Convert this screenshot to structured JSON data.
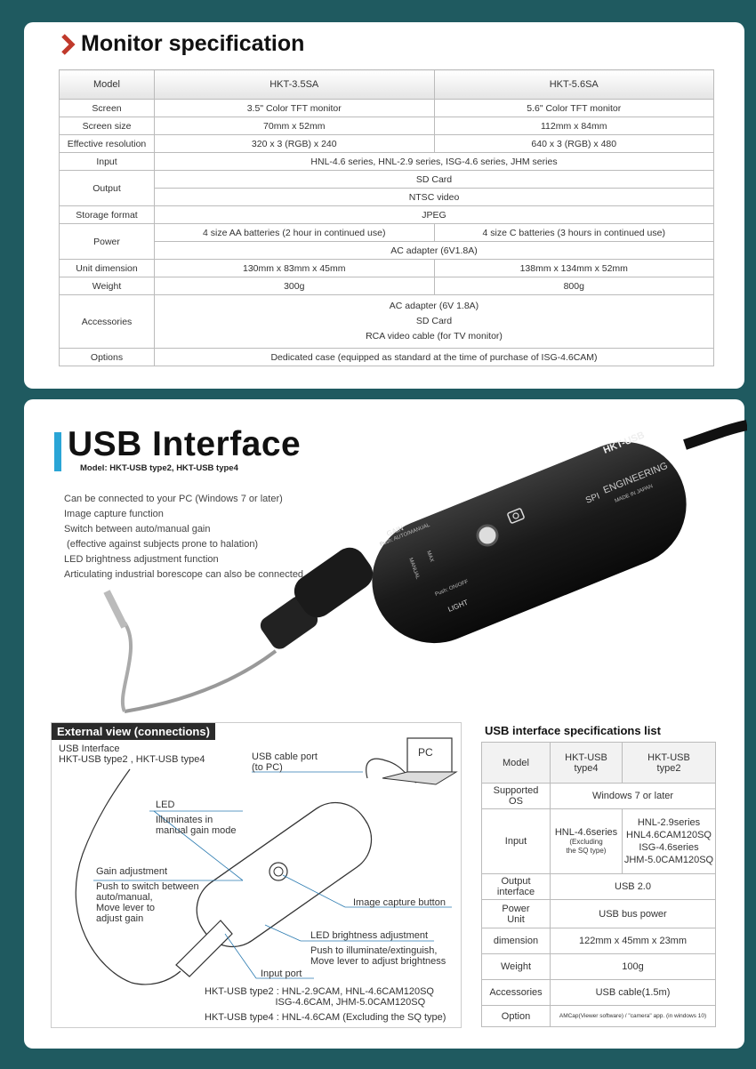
{
  "monitor": {
    "title": "Monitor specification",
    "header": {
      "model": "Model",
      "a": "HKT-3.5SA",
      "b": "HKT-5.6SA"
    },
    "rows": {
      "screen": {
        "label": "Screen",
        "a": "3.5\" Color TFT monitor",
        "b": "5.6\" Color TFT monitor"
      },
      "size": {
        "label": "Screen size",
        "a": "70mm x 52mm",
        "b": "112mm x 84mm"
      },
      "res": {
        "label": "Effective resolution",
        "a": "320 x 3 (RGB) x 240",
        "b": "640 x 3 (RGB) x 480"
      },
      "input": {
        "label": "Input",
        "v": "HNL-4.6 series, HNL-2.9 series, ISG-4.6 series, JHM series"
      },
      "output": {
        "label": "Output",
        "v1": "SD Card",
        "v2": "NTSC video"
      },
      "storage": {
        "label": "Storage format",
        "v": "JPEG"
      },
      "power": {
        "label": "Power",
        "a": "4 size AA batteries (2 hour in continued use)",
        "b": "4 size C batteries (3 hours in continued use)",
        "v": "AC adapter (6V1.8A)"
      },
      "dim": {
        "label": "Unit dimension",
        "a": "130mm x 83mm x 45mm",
        "b": "138mm x 134mm x 52mm"
      },
      "weight": {
        "label": "Weight",
        "a": "300g",
        "b": "800g"
      },
      "acc": {
        "label": "Accessories",
        "v1": "AC adapter (6V 1.8A)",
        "v2": "SD Card",
        "v3": "RCA video cable (for TV monitor)"
      },
      "options": {
        "label": "Options",
        "v": "Dedicated case (equipped as standard at the time of purchase of ISG-4.6CAM)"
      }
    }
  },
  "usb": {
    "title": "USB Interface",
    "model": "Model: HKT-USB type2, HKT-USB type4",
    "features": [
      "Can be connected to your PC (Windows 7 or later)",
      "Image capture function",
      "Switch between auto/manual gain",
      " (effective against subjects prone to halation)",
      "LED brightness adjustment function",
      "Articulating industrial borescope can also be connected"
    ],
    "device_labels": {
      "brand": "HKT-USB",
      "maker": "ENGINEERING",
      "made": "MADE IN JAPAN",
      "spi": "SPI",
      "light": "LIGHT",
      "light_sub": "Push: ON/OFF",
      "gain": "GAIN",
      "gain_sub": "Push: AUTO/MANUAL",
      "manual": "MANUAL",
      "max": "MAX"
    }
  },
  "external": {
    "title": "External view (connections)",
    "device": "USB Interface\nHKT-USB type2 , HKT-USB type4",
    "usb_port": "USB cable port\n(to PC)",
    "pc": "PC",
    "led": "LED",
    "led_desc": "Illuminates in\nmanual gain mode",
    "gain": "Gain adjustment",
    "gain_desc": "Push to switch between\nauto/manual,\nMove lever to\nadjust gain",
    "capture": "Image capture button",
    "led_adj": "LED brightness adjustment",
    "led_adj_desc": "Push to illuminate/extinguish,\nMove lever to adjust brightness",
    "input_port": "Input port",
    "type2": "HKT-USB type2 : HNL-2.9CAM, HNL-4.6CAM120SQ\n                          ISG-4.6CAM, JHM-5.0CAM120SQ",
    "type4": "HKT-USB type4 : HNL-4.6CAM (Excluding the SQ type)"
  },
  "usbspec": {
    "title": "USB interface specifications list",
    "header": {
      "model": "Model",
      "a": "HKT-USB\ntype4",
      "b": "HKT-USB\ntype2"
    },
    "os": {
      "label": "Supported\nOS",
      "v": "Windows 7 or later"
    },
    "input": {
      "label": "Input",
      "a": "HNL-4.6series",
      "a_note": "(Excluding\nthe SQ type)",
      "b": "HNL-2.9series\nHNL4.6CAM120SQ\nISG-4.6series\nJHM-5.0CAM120SQ"
    },
    "output": {
      "label": "Output\ninterface",
      "v": "USB 2.0"
    },
    "power": {
      "label": "Power\nUnit",
      "v": "USB bus power"
    },
    "dim": {
      "label": "dimension",
      "v": "122mm x 45mm x 23mm"
    },
    "weight": {
      "label": "Weight",
      "v": "100g"
    },
    "acc": {
      "label": "Accessories",
      "v": "USB cable(1.5m)"
    },
    "option": {
      "label": "Option",
      "v": "AMCap(Viewer software) / \"camera\" app. (in windows 10)"
    }
  },
  "colors": {
    "background": "#1f5a60",
    "accent_red": "#c0392b",
    "accent_blue": "#2aa5d6"
  }
}
